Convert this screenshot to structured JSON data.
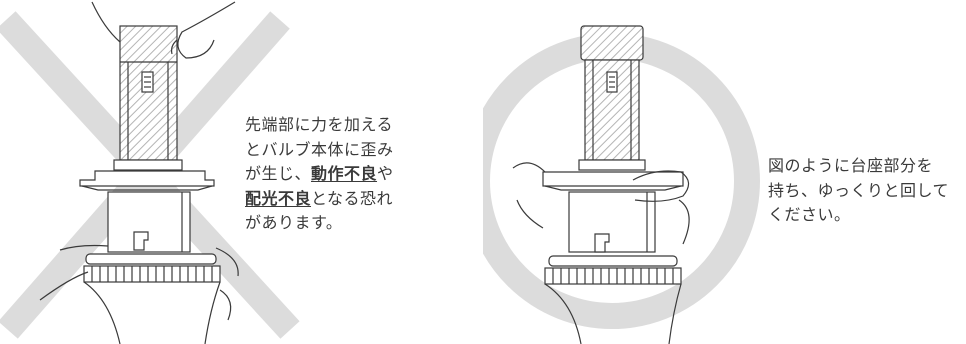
{
  "wrong_example": {
    "caption": {
      "line1": "先端部に力を加える",
      "line2": "とバルブ本体に歪み",
      "line3_pre": "が生じ、",
      "line3_emph": "動作不良",
      "line3_post": "や",
      "line4_emph": "配光不良",
      "line4_post": "となる恐れ",
      "line5": "があります。"
    },
    "mark_icon": "cross-mark-icon",
    "mark_color": "#dcdcdc"
  },
  "correct_example": {
    "caption": {
      "line1": "図のように台座部分を",
      "line2": "持ち、ゆっくりと回して",
      "line3": "ください。"
    },
    "mark_icon": "circle-mark-icon",
    "mark_color": "#dcdcdc"
  },
  "colors": {
    "stroke": "#3a3a3a",
    "hatch": "#9a9a9a",
    "mark": "#dcdcdc",
    "background": "#ffffff"
  }
}
